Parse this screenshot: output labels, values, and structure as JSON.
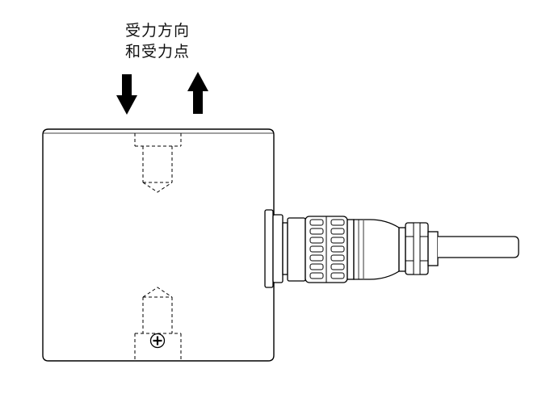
{
  "caption": {
    "line1": "受力方向",
    "line2": "和受力点"
  },
  "colors": {
    "stroke": "#000000",
    "background": "#ffffff"
  },
  "arrows": [
    {
      "direction": "down"
    },
    {
      "direction": "up"
    }
  ]
}
